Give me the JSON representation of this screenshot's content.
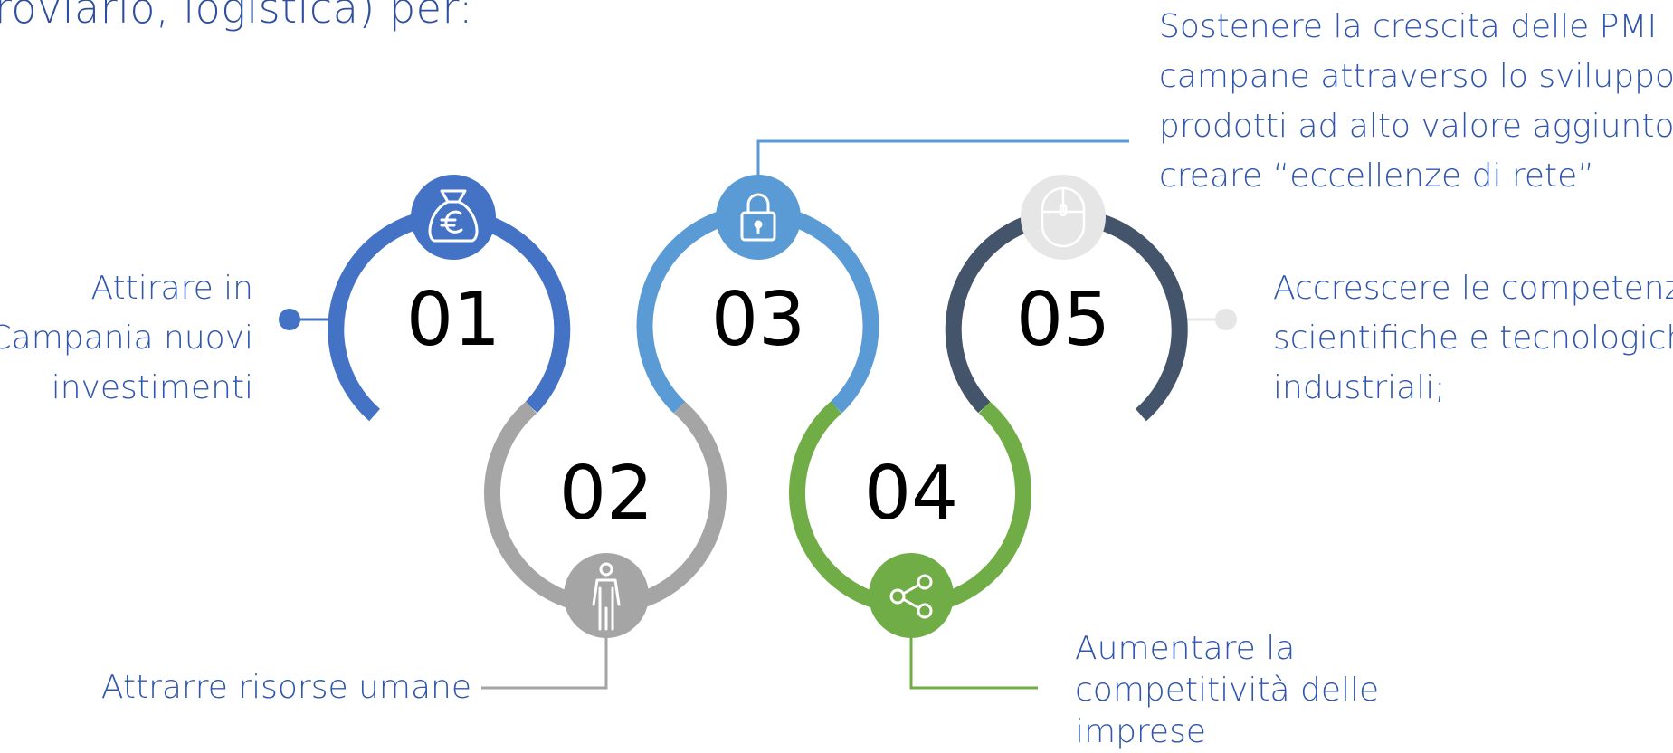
{
  "header_fragment": "roviario, logistica) per:",
  "colors": {
    "step1": "#4472C4",
    "step2": "#A5A5A5",
    "step3": "#5B9BD5",
    "step4": "#70AD47",
    "step5": "#44546A",
    "step5_icon": "#E7E6E6",
    "text": "#2F55AE"
  },
  "steps": [
    {
      "number": "01",
      "icon": "money-bag-euro-icon",
      "label_lines": [
        "Attirare in",
        "Campania nuovi",
        "investimenti"
      ]
    },
    {
      "number": "02",
      "icon": "person-icon",
      "label_lines": [
        "Attrarre risorse umane"
      ]
    },
    {
      "number": "03",
      "icon": "lock-icon",
      "label_lines": [
        "Sostenere la crescita delle PMI",
        "campane attraverso lo sviluppo di",
        "prodotti ad alto valore aggiunto;",
        "creare “eccellenze di rete”"
      ]
    },
    {
      "number": "04",
      "icon": "share-icon",
      "label_lines": [
        "Aumentare la",
        "competitività delle",
        "imprese"
      ]
    },
    {
      "number": "05",
      "icon": "mouse-icon",
      "label_lines": [
        "Accrescere le competenze",
        "scientifiche e tecnologiche",
        "industriali;"
      ]
    }
  ]
}
